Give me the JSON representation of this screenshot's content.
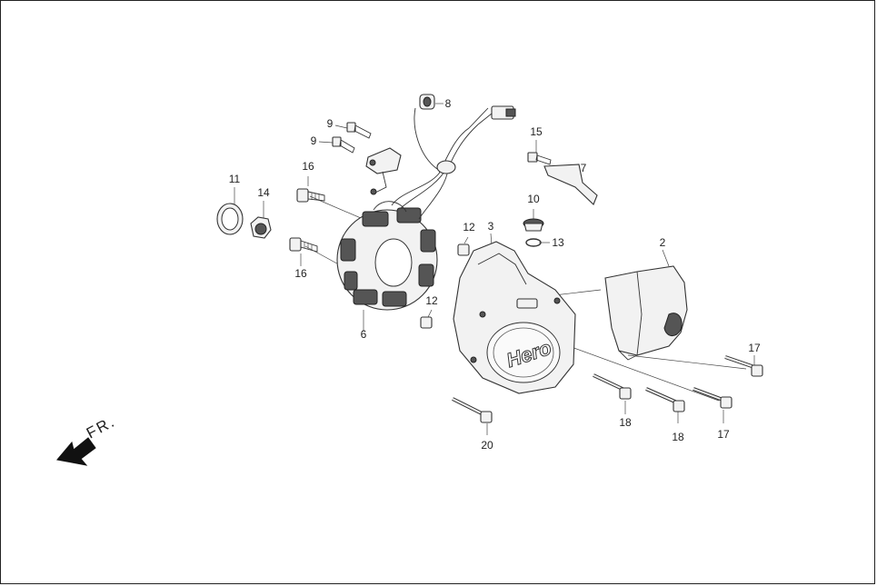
{
  "callouts": {
    "c2": "2",
    "c3": "3",
    "c6": "6",
    "c7": "7",
    "c8": "8",
    "c9a": "9",
    "c9b": "9",
    "c10": "10",
    "c11": "11",
    "c12a": "12",
    "c12b": "12",
    "c13": "13",
    "c14": "14",
    "c15": "15",
    "c16a": "16",
    "c16b": "16",
    "c17a": "17",
    "c17b": "17",
    "c18a": "18",
    "c18b": "18",
    "c20": "20"
  },
  "direction_label": "FR.",
  "cover_logo": "Hero"
}
